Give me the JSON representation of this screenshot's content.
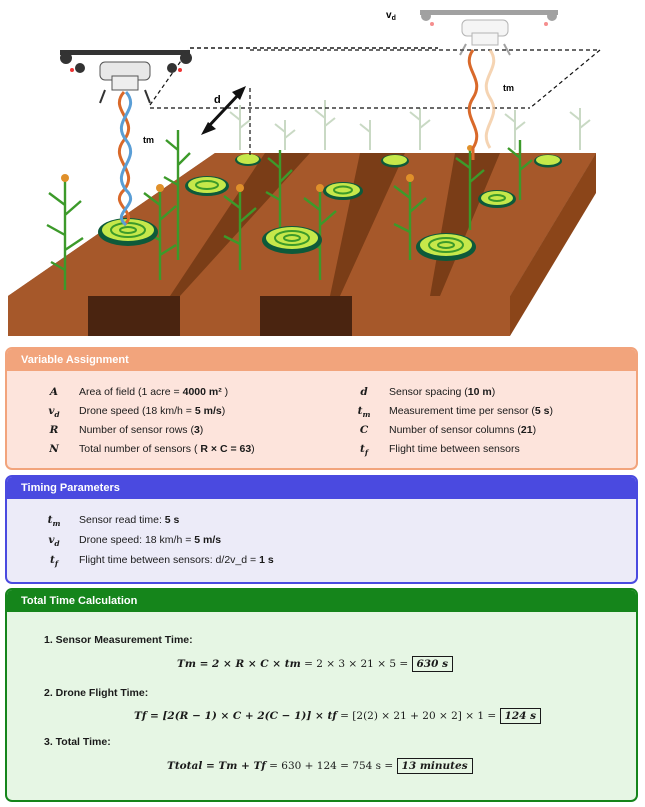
{
  "illustration": {
    "label_vd": "vd",
    "label_d": "d",
    "label_tm_left": "tm",
    "label_tm_right": "tm"
  },
  "variables": {
    "title": "Variable Assignment",
    "items": [
      {
        "symbol": "A",
        "desc_pre": "Area of field (1 acre = ",
        "desc_bold": "4000 m²",
        "desc_post": " )"
      },
      {
        "symbol": "d",
        "desc_pre": "Sensor spacing (",
        "desc_bold": "10 m",
        "desc_post": ")"
      },
      {
        "symbol": "v_d",
        "desc_pre": "Drone speed (18 km/h = ",
        "desc_bold": "5 m/s",
        "desc_post": ")"
      },
      {
        "symbol": "t_m",
        "desc_pre": "Measurement time per sensor (",
        "desc_bold": "5 s",
        "desc_post": ")"
      },
      {
        "symbol": "R",
        "desc_pre": "Number of sensor rows (",
        "desc_bold": "3",
        "desc_post": ")"
      },
      {
        "symbol": "C",
        "desc_pre": "Number of sensor columns (",
        "desc_bold": "21",
        "desc_post": ")"
      },
      {
        "symbol": "N",
        "desc_pre": "Total number of sensors ( ",
        "desc_bold": "R × C = 63",
        "desc_post": ")"
      },
      {
        "symbol": "t_f",
        "desc_pre": "Flight time between sensors",
        "desc_bold": "",
        "desc_post": ""
      }
    ]
  },
  "timing": {
    "title": "Timing Parameters",
    "items": [
      {
        "symbol": "t_m",
        "desc_pre": "Sensor read time: ",
        "desc_bold": "5 s"
      },
      {
        "symbol": "v_d",
        "desc_pre": "Drone speed: 18 km/h = ",
        "desc_bold": "5 m/s"
      },
      {
        "symbol": "t_f",
        "desc_pre": "Flight time between sensors: d/2v_d = ",
        "desc_bold": "1 s"
      }
    ]
  },
  "total": {
    "title": "Total Time Calculation",
    "step1_heading": "1. Sensor Measurement Time:",
    "step1_lhs": "Tm = 2 × R × C × tm",
    "step1_mid": "= 2 × 3 × 21 × 5 =",
    "step1_result": "630 s",
    "step2_heading": "2. Drone Flight Time:",
    "step2_lhs": "Tf = [2(R − 1) × C + 2(C − 1)] × tf",
    "step2_mid": "= [2(2) × 21 + 20 × 2] × 1 =",
    "step2_result": "124 s",
    "step3_heading": "3. Total Time:",
    "step3_lhs": "Ttotal = Tm + Tf",
    "step3_mid": "= 630 + 124 = 754 s =",
    "step3_result": "13 minutes"
  }
}
